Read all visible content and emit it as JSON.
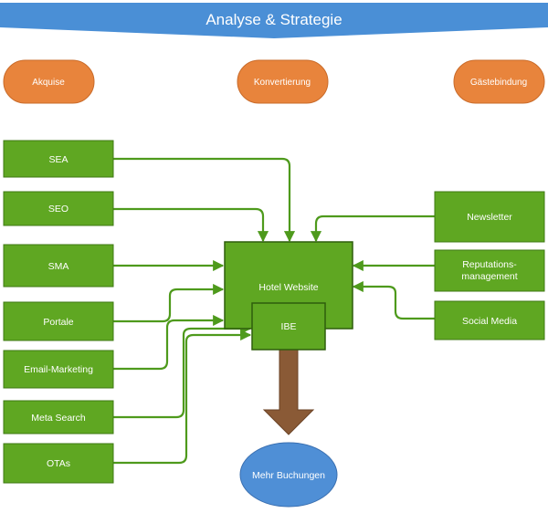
{
  "banner": {
    "title": "Analyse & Strategie"
  },
  "phases": [
    "Akquise",
    "Konvertierung",
    "Gästebindung"
  ],
  "left_channels": [
    "SEA",
    "SEO",
    "SMA",
    "Portale",
    "Email-Marketing",
    "Meta Search",
    "OTAs"
  ],
  "right_channels": {
    "newsletter": "Newsletter",
    "reputation_line1": "Reputations-",
    "reputation_line2": "management",
    "social": "Social Media"
  },
  "hub": {
    "title": "Hotel Website",
    "ibe": "IBE"
  },
  "outcome": "Mehr Buchungen",
  "colors": {
    "banner": "#4a8fd6",
    "phase": "#e8843c",
    "box": "#5fa722",
    "box_border": "#3f7a14",
    "connector": "#4e9a1c",
    "down_arrow": "#8a5a36",
    "outcome": "#4f8fd6"
  }
}
